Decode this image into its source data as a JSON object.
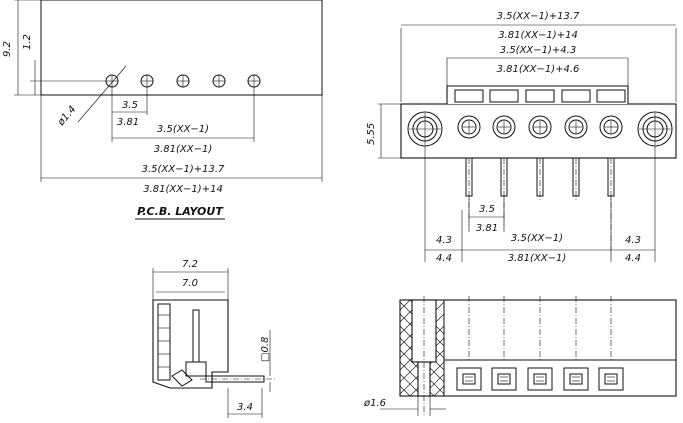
{
  "pcb_layout": {
    "title": "P.C.B. LAYOUT",
    "dim_height": "9.2",
    "dim_offset": "1.2",
    "dim_hole_dia": "ø1.4",
    "dim_pitch_a": "3.5",
    "dim_pitch_b": "3.81",
    "dim_span_a": "3.5(XX−1)",
    "dim_span_b": "3.81(XX−1)",
    "dim_total_a": "3.5(XX−1)+13.7",
    "dim_total_b": "3.81(XX−1)+14"
  },
  "front_view": {
    "dim_total_a": "3.5(XX−1)+13.7",
    "dim_total_b": "3.81(XX−1)+14",
    "dim_mid_a": "3.5(XX−1)+4.3",
    "dim_mid_b": "3.81(XX−1)+4.6",
    "dim_height": "5.55",
    "dim_pitch_a": "3.5",
    "dim_pitch_b": "3.81",
    "dim_left_a": "4.3",
    "dim_left_b": "4.4",
    "dim_span_a": "3.5(XX−1)",
    "dim_span_b": "3.81(XX−1)",
    "dim_right_a": "4.3",
    "dim_right_b": "4.4"
  },
  "side_view": {
    "dim_width_a": "7.2",
    "dim_width_b": "7.0",
    "dim_pin": "□0.8",
    "dim_pin_offset": "3.4"
  },
  "bottom_view": {
    "dim_pin_dia": "ø1.6"
  }
}
